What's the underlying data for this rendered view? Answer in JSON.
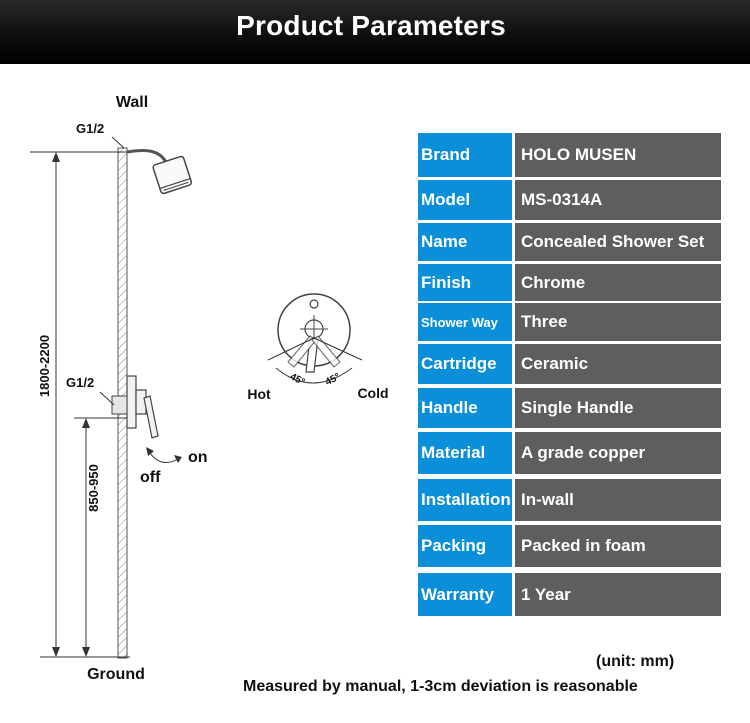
{
  "header": {
    "title": "Product Parameters"
  },
  "diagram": {
    "wall_label": "Wall",
    "ground_label": "Ground",
    "thread_top": "G1/2",
    "thread_mid": "G1/2",
    "height_shower": "1800-2200",
    "height_valve": "850-950",
    "on_label": "on",
    "off_label": "off",
    "hot_label": "Hot",
    "cold_label": "Cold",
    "angle_left": "45°",
    "angle_right": "45°"
  },
  "params": [
    {
      "label": "Brand",
      "value": "HOLO MUSEN"
    },
    {
      "label": "Model",
      "value": "MS-0314A"
    },
    {
      "label": "Name",
      "value": "Concealed Shower Set"
    },
    {
      "label": "Finish",
      "value": "Chrome"
    },
    {
      "label": "Shower Way",
      "value": "Three"
    },
    {
      "label": "Cartridge",
      "value": "Ceramic"
    },
    {
      "label": "Handle",
      "value": "Single Handle"
    },
    {
      "label": "Material",
      "value": "A grade copper"
    },
    {
      "label": "Installation",
      "value": "In-wall"
    },
    {
      "label": "Packing",
      "value": "Packed in foam"
    },
    {
      "label": "Warranty",
      "value": "1 Year"
    }
  ],
  "footer": {
    "unit": "(unit: mm)",
    "note": "Measured by manual, 1-3cm deviation is reasonable"
  },
  "colors": {
    "label_bg": "#0a8fd8",
    "value_bg": "#5e5e5e",
    "header_bg": "#000000"
  }
}
